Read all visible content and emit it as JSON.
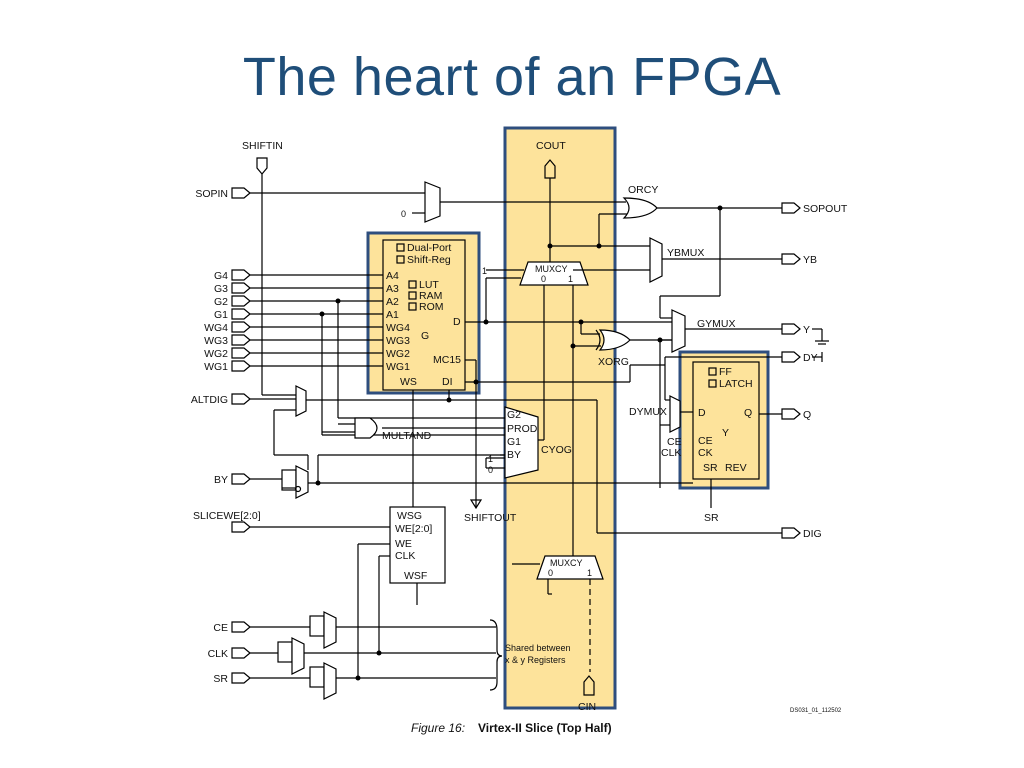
{
  "title": "The heart of an FPGA",
  "diagram": {
    "inputs": {
      "shiftin": "SHIFTIN",
      "sopin": "SOPIN",
      "g4": "G4",
      "g3": "G3",
      "g2": "G2",
      "g1": "G1",
      "wg4": "WG4",
      "wg3": "WG3",
      "wg2": "WG2",
      "wg1": "WG1",
      "altdig": "ALTDIG",
      "by": "BY",
      "slicewe": "SLICEWE[2:0]",
      "ce": "CE",
      "clk": "CLK",
      "sr": "SR"
    },
    "outputs": {
      "sopout": "SOPOUT",
      "yb": "YB",
      "y": "Y",
      "dy": "DY",
      "q": "Q",
      "dig": "DIG"
    },
    "lut_block": {
      "opt_dual_port": "Dual-Port",
      "opt_shift_reg": "Shift-Reg",
      "opt_lut": "LUT",
      "opt_ram": "RAM",
      "opt_rom": "ROM",
      "pins": {
        "a4": "A4",
        "a3": "A3",
        "a2": "A2",
        "a1": "A1",
        "wg4": "WG4",
        "wg3": "WG3",
        "wg2": "WG2",
        "wg1": "WG1",
        "ws": "WS",
        "di": "DI",
        "d": "D",
        "mc15": "MC15",
        "g": "G"
      }
    },
    "carry": {
      "cout": "COUT",
      "cin": "CIN",
      "muxcy": "MUXCY",
      "zero": "0",
      "one": "1",
      "orcy": "ORCY",
      "xorg": "XORG",
      "cyog": "CYOG",
      "cyog_inputs": {
        "g2": "G2",
        "prod": "PROD",
        "g1": "G1",
        "by": "BY"
      },
      "multand": "MULTAND",
      "shiftout": "SHIFTOUT",
      "shared_note_line1": "Shared between",
      "shared_note_line2": "x & y Registers"
    },
    "muxes": {
      "ybmux": "YBMUX",
      "gymux": "GYMUX",
      "dymux": "DYMUX"
    },
    "ff_block": {
      "opt_ff": "FF",
      "opt_latch": "LATCH",
      "d": "D",
      "q": "Q",
      "ce": "CE",
      "ck": "CK",
      "sr": "SR",
      "rev": "REV",
      "y": "Y"
    },
    "side_labels": {
      "ce": "CE",
      "clk": "CLK",
      "sr": "SR"
    },
    "wsg_block": {
      "wsg": "WSG",
      "we20": "WE[2:0]",
      "we": "WE",
      "clk": "CLK",
      "wsf": "WSF"
    },
    "doc_code": "DS031_01_112502",
    "caption_prefix": "Figure 16:",
    "caption_text": "Virtex-II Slice (Top Half)",
    "colors": {
      "highlight": "#fde39b",
      "outline": "#2e4e7e",
      "title": "#1f4e79"
    }
  }
}
